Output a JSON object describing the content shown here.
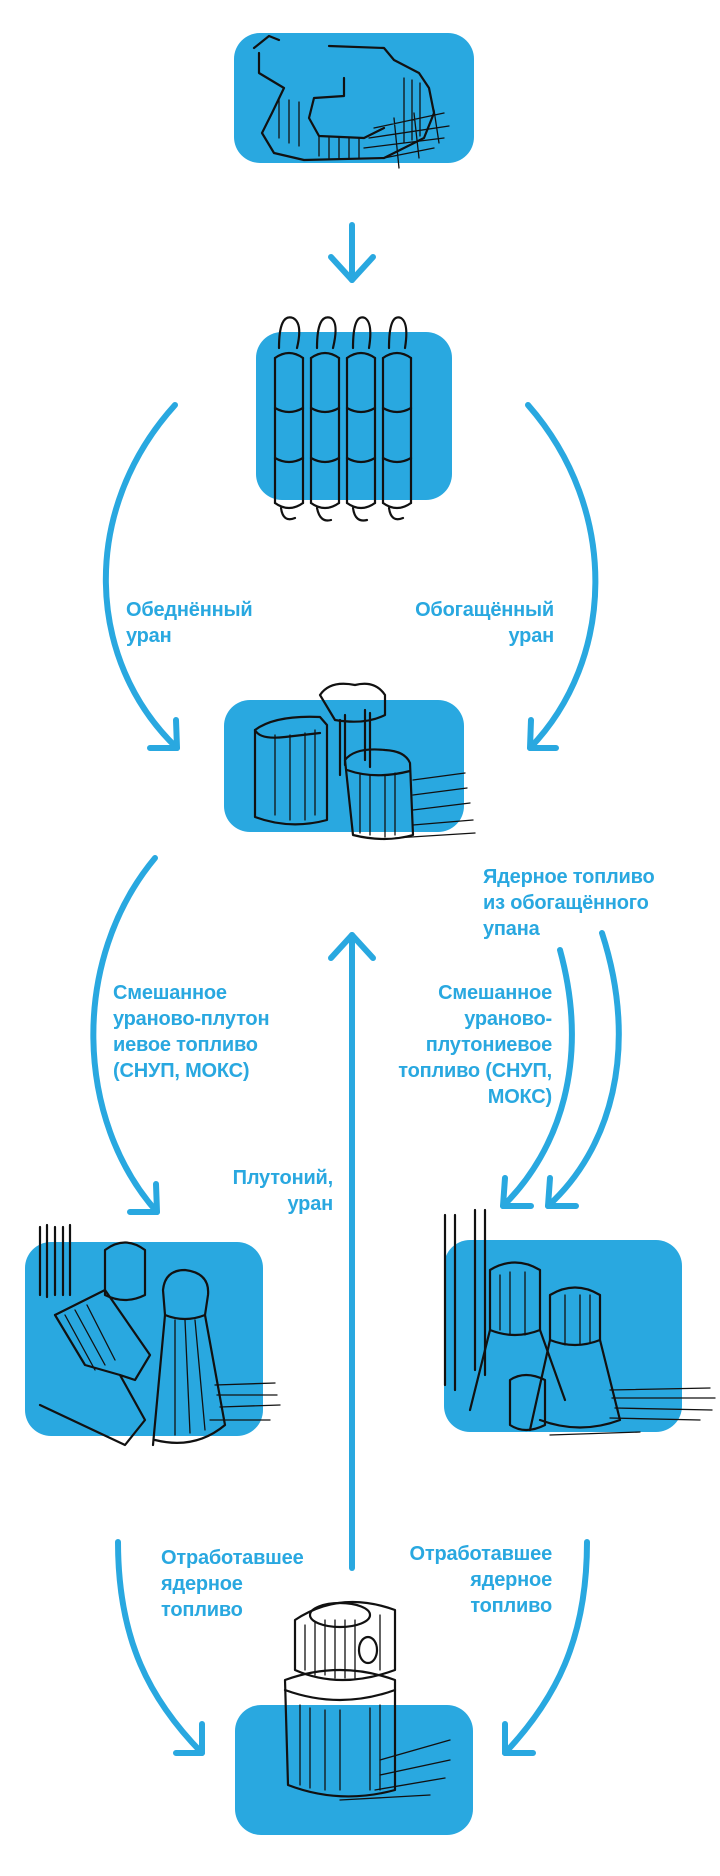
{
  "diagram": {
    "title": "",
    "accent_color": "#29a8e0",
    "ink_color": "#111111",
    "nodes": [
      {
        "id": "mine",
        "icon": "uranium-mine-sketch"
      },
      {
        "id": "enrichment",
        "icon": "centrifuge-cylinders-sketch"
      },
      {
        "id": "fuel-fabrication",
        "icon": "fuel-plant-sketch"
      },
      {
        "id": "fast-reactor",
        "icon": "nuclear-plant-left-sketch"
      },
      {
        "id": "thermal-reactor",
        "icon": "nuclear-plant-right-sketch"
      },
      {
        "id": "reprocessing",
        "icon": "spent-fuel-cask-sketch"
      }
    ],
    "labels": {
      "depleted_uranium": "Обеднённый\nуран",
      "enriched_uranium": "Обогащённый\nуран",
      "enriched_fuel": "Ядерное топливо\nиз обогащённого\nупана",
      "mox_left": "Смешанное\nураново-плутон\nиевое топливо\n(СНУП, МОКС)",
      "mox_right": "Смешанное\nураново-\nплутониевое\nтопливо (СНУП,\nМОКС)",
      "plutonium_uranium": "Плутоний,\nуран",
      "spent_fuel_left": "Отработавшее\nядерное\nтопливо",
      "spent_fuel_right": "Отработавшее\nядерное\nтопливо"
    }
  }
}
